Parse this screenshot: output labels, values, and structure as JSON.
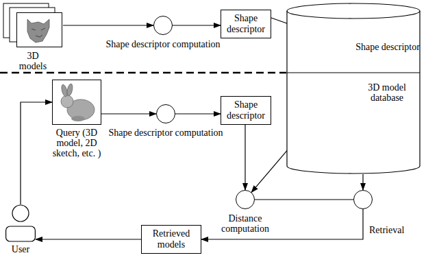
{
  "diagram": {
    "nodes": [
      {
        "text": [
          "3D models"
        ]
      },
      {
        "text": [
          "Shape descriptor computation"
        ]
      },
      {
        "text": [
          "Shape descriptor"
        ]
      },
      {
        "text": [
          "3D model database"
        ]
      },
      {
        "text": [
          "Shape descriptor"
        ],
        "in": 3
      },
      {
        "text": [
          "Query (3D model, 2D sketch, etc. )"
        ]
      },
      {
        "text": [
          "Shape descriptor computation"
        ]
      },
      {
        "text": [
          "Shape descriptor"
        ]
      },
      {
        "text": [
          "Distance computation"
        ]
      },
      {
        "text": [
          "Retrieval"
        ]
      },
      {
        "text": [
          "Retrieved models"
        ]
      },
      {
        "text": [
          "User"
        ]
      }
    ],
    "edges": [
      {
        "from": 0,
        "to": 1,
        "arrow": "to"
      },
      {
        "from": 1,
        "to": 2,
        "arrow": "to"
      },
      {
        "from": 2,
        "to": 4,
        "arrow": "to"
      },
      {
        "from": 5,
        "to": 6,
        "arrow": "to"
      },
      {
        "from": 6,
        "to": 7,
        "arrow": "to"
      },
      {
        "from": 7,
        "to": 8,
        "arrow": "to"
      },
      {
        "from": 4,
        "to": 8,
        "arrow": "to"
      },
      {
        "from": 3,
        "to": 9,
        "arrow": "to"
      },
      {
        "from": 8,
        "to": 9,
        "arrow": "none"
      },
      {
        "from": 9,
        "to": 10,
        "arrow": "to"
      },
      {
        "from": 10,
        "to": 11,
        "arrow": "to"
      },
      {
        "from": 11,
        "to": 5,
        "arrow": "to"
      }
    ]
  }
}
